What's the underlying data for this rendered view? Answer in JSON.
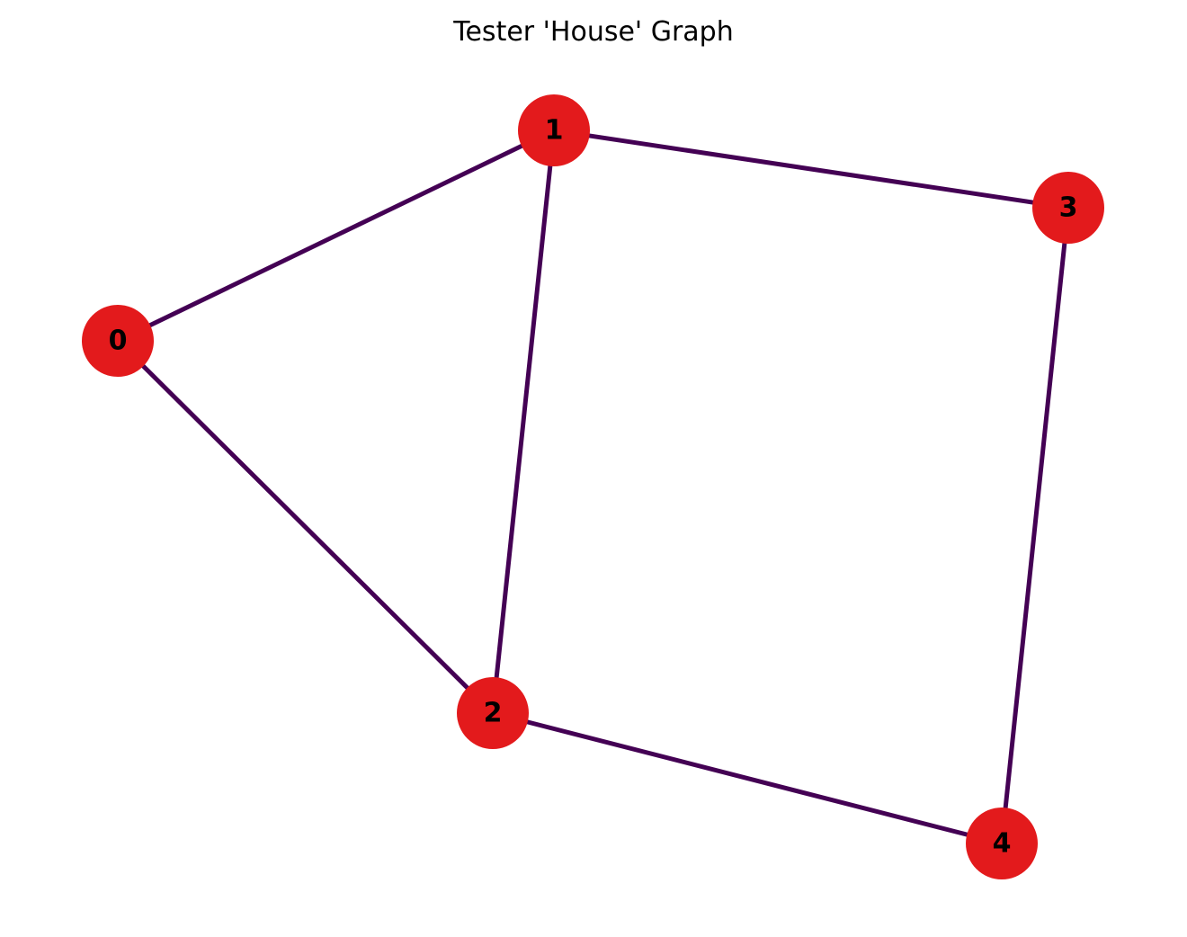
{
  "title": "Tester 'House' Graph",
  "colors": {
    "node_fill": "#e31a1c",
    "edge_stroke": "#440154",
    "label": "#000000",
    "background": "#ffffff"
  },
  "nodes": [
    {
      "id": "0",
      "label": "0"
    },
    {
      "id": "1",
      "label": "1"
    },
    {
      "id": "2",
      "label": "2"
    },
    {
      "id": "3",
      "label": "3"
    },
    {
      "id": "4",
      "label": "4"
    }
  ],
  "edges": [
    {
      "source": "0",
      "target": "1"
    },
    {
      "source": "0",
      "target": "2"
    },
    {
      "source": "1",
      "target": "2"
    },
    {
      "source": "1",
      "target": "3"
    },
    {
      "source": "2",
      "target": "4"
    },
    {
      "source": "3",
      "target": "4"
    }
  ]
}
